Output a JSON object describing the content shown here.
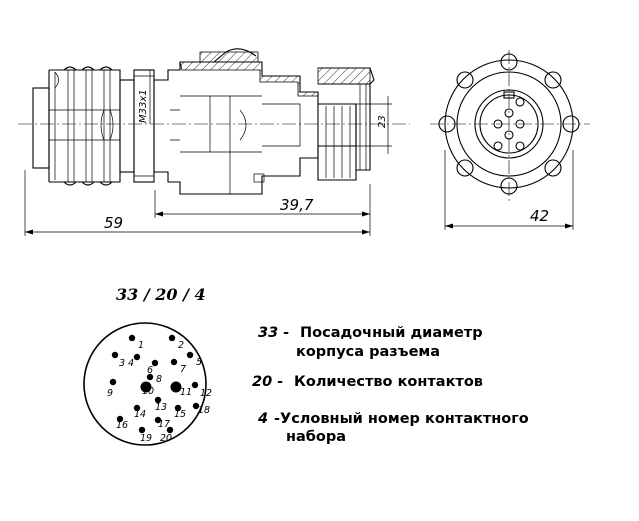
{
  "side_view": {
    "dim_thread": "M33x1",
    "dim_length_total": "59",
    "dim_length_body": "39,7",
    "dim_diameter_small": "23"
  },
  "front_view": {
    "dim_diameter": "42"
  },
  "code": {
    "title": "33 / 20 / 4"
  },
  "pinout": {
    "pins": [
      "1",
      "2",
      "3",
      "4",
      "5",
      "6",
      "7",
      "8",
      "9",
      "10",
      "11",
      "12",
      "13",
      "14",
      "15",
      "16",
      "17",
      "18",
      "19",
      "20"
    ]
  },
  "legend": {
    "items": [
      {
        "number": "33 -",
        "line1": "Посадочный диаметр",
        "line2": "корпуса разъема"
      },
      {
        "number": "20 -",
        "line1": "Количество контактов",
        "line2": ""
      },
      {
        "number": "4",
        "line1": "-Условный номер контактного",
        "line2": "набора"
      }
    ]
  }
}
